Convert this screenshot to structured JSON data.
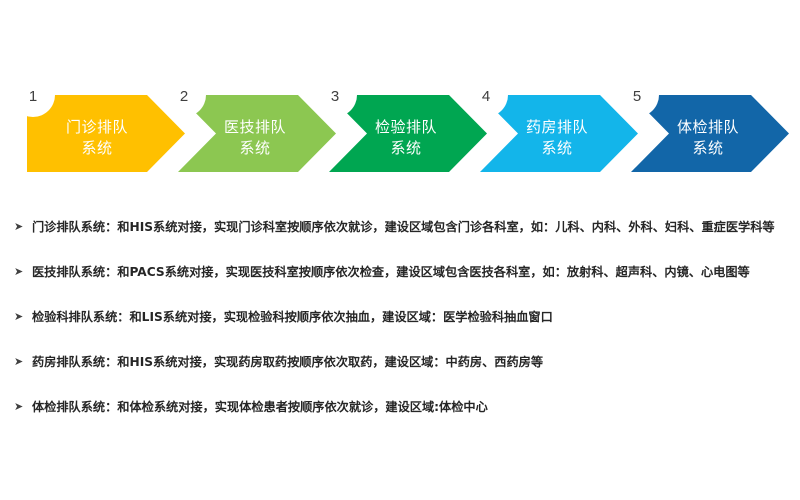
{
  "diagram": {
    "type": "process-chevron",
    "steps": [
      {
        "number": "1",
        "line1": "门诊排队",
        "line2": "系统",
        "color": "#FFC000"
      },
      {
        "number": "2",
        "line1": "医技排队",
        "line2": "系统",
        "color": "#8CC751"
      },
      {
        "number": "3",
        "line1": "检验排队",
        "line2": "系统",
        "color": "#00A651"
      },
      {
        "number": "4",
        "line1": "药房排队",
        "line2": "系统",
        "color": "#13B5EA"
      },
      {
        "number": "5",
        "line1": "体检排队",
        "line2": "系统",
        "color": "#1266A8"
      }
    ]
  },
  "bullets": {
    "marker": "➤",
    "items": [
      "门诊排队系统：和HIS系统对接，实现门诊科室按顺序依次就诊，建设区域包含门诊各科室，如：儿科、内科、外科、妇科、重症医学科等",
      "医技排队系统：和PACS系统对接，实现医技科室按顺序依次检查，建设区域包含医技各科室，如：放射科、超声科、内镜、心电图等",
      "检验科排队系统：和LIS系统对接，实现检验科按顺序依次抽血，建设区域：医学检验科抽血窗口",
      "药房排队系统：和HIS系统对接，实现药房取药按顺序依次取药，建设区域：中药房、西药房等",
      "体检排队系统：和体检系统对接，实现体检患者按顺序依次就诊，建设区域:体检中心"
    ]
  }
}
